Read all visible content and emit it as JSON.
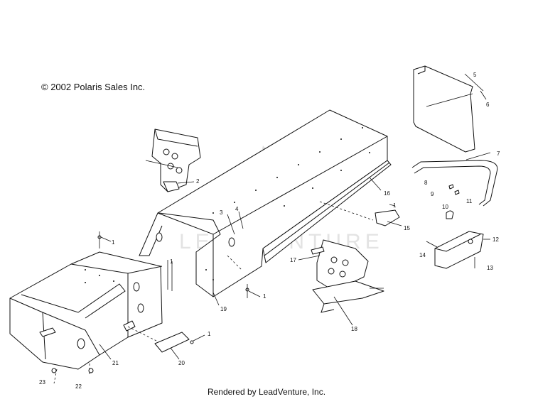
{
  "copyright": "© 2002 Polaris Sales Inc.",
  "footer": "Rendered by LeadVenture, Inc.",
  "watermark": "LEADVENTURE",
  "callouts": [
    "1",
    "2",
    "3",
    "4",
    "5",
    "6",
    "7",
    "8",
    "9",
    "10",
    "11",
    "12",
    "13",
    "14",
    "15",
    "16",
    "17",
    "18",
    "19",
    "20",
    "21",
    "22",
    "23"
  ],
  "callouts_repeat": {
    "one_b": "1",
    "one_c": "1",
    "one_d": "1",
    "one_e": "1"
  }
}
